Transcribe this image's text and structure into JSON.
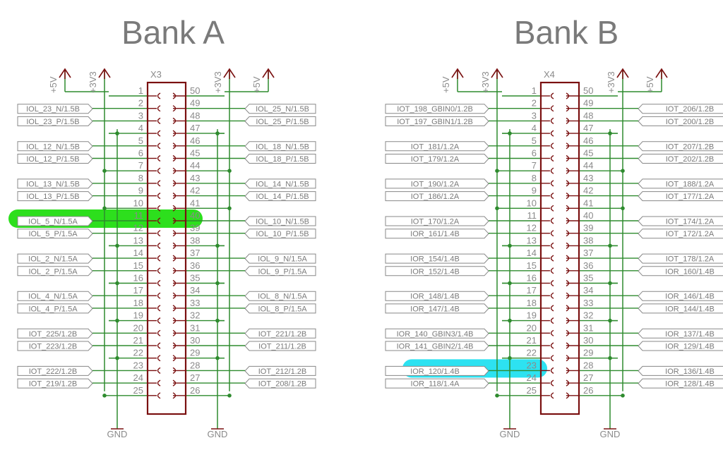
{
  "colors": {
    "wire": "#2e8b2e",
    "body": "#7a1010",
    "label_border": "#888888",
    "text": "#7a7a7a",
    "highlight_green": "#22dd11",
    "highlight_cyan": "#22e0f0"
  },
  "banks": [
    {
      "title": "Bank A",
      "connector": "X3",
      "power_left": [
        "+5V",
        "+3V3"
      ],
      "power_right": [
        "+3V3",
        "+5V"
      ],
      "gnd_left": "GND",
      "gnd_right": "GND",
      "highlight_pin": 11,
      "highlight_color": "green",
      "left": [
        {
          "pin": "1",
          "net": ""
        },
        {
          "pin": "2",
          "net": "IOL_23_N/1.5B"
        },
        {
          "pin": "3",
          "net": "IOL_23_P/1.5B"
        },
        {
          "pin": "4",
          "net": ""
        },
        {
          "pin": "5",
          "net": "IOL_12_N/1.5B"
        },
        {
          "pin": "6",
          "net": "IOL_12_P/1.5B"
        },
        {
          "pin": "7",
          "net": ""
        },
        {
          "pin": "8",
          "net": "IOL_13_N/1.5B"
        },
        {
          "pin": "9",
          "net": "IOL_13_P/1.5B"
        },
        {
          "pin": "10",
          "net": ""
        },
        {
          "pin": "11",
          "net": "IOL_5_N/1.5A"
        },
        {
          "pin": "12",
          "net": "IOL_5_P/1.5A"
        },
        {
          "pin": "13",
          "net": ""
        },
        {
          "pin": "14",
          "net": "IOL_2_N/1.5A"
        },
        {
          "pin": "15",
          "net": "IOL_2_P/1.5A"
        },
        {
          "pin": "16",
          "net": ""
        },
        {
          "pin": "17",
          "net": "IOL_4_N/1.5A"
        },
        {
          "pin": "18",
          "net": "IOL_4_P/1.5A"
        },
        {
          "pin": "19",
          "net": ""
        },
        {
          "pin": "20",
          "net": "IOT_225/1.2B"
        },
        {
          "pin": "21",
          "net": "IOT_223/1.2B"
        },
        {
          "pin": "22",
          "net": ""
        },
        {
          "pin": "23",
          "net": "IOT_222/1.2B"
        },
        {
          "pin": "24",
          "net": "IOT_219/1.2B"
        },
        {
          "pin": "25",
          "net": ""
        }
      ],
      "right": [
        {
          "pin": "50",
          "net": ""
        },
        {
          "pin": "49",
          "net": "IOL_25_N/1.5B"
        },
        {
          "pin": "48",
          "net": "IOL_25_P/1.5B"
        },
        {
          "pin": "47",
          "net": ""
        },
        {
          "pin": "46",
          "net": "IOL_18_N/1.5B"
        },
        {
          "pin": "45",
          "net": "IOL_18_P/1.5B"
        },
        {
          "pin": "44",
          "net": ""
        },
        {
          "pin": "43",
          "net": "IOL_14_N/1.5B"
        },
        {
          "pin": "42",
          "net": "IOL_14_P/1.5B"
        },
        {
          "pin": "41",
          "net": ""
        },
        {
          "pin": "40",
          "net": "IOL_10_N/1.5B"
        },
        {
          "pin": "39",
          "net": "IOL_10_P/1.5B"
        },
        {
          "pin": "38",
          "net": ""
        },
        {
          "pin": "37",
          "net": "IOL_9_N/1.5A"
        },
        {
          "pin": "36",
          "net": "IOL_9_P/1.5A"
        },
        {
          "pin": "35",
          "net": ""
        },
        {
          "pin": "34",
          "net": "IOL_8_N/1.5A"
        },
        {
          "pin": "33",
          "net": "IOL_8_P/1.5A"
        },
        {
          "pin": "32",
          "net": ""
        },
        {
          "pin": "31",
          "net": "IOT_221/1.2B"
        },
        {
          "pin": "30",
          "net": "IOT_211/1.2B"
        },
        {
          "pin": "29",
          "net": ""
        },
        {
          "pin": "28",
          "net": "IOT_212/1.2B"
        },
        {
          "pin": "27",
          "net": "IOT_208/1.2B"
        },
        {
          "pin": "26",
          "net": ""
        }
      ]
    },
    {
      "title": "Bank B",
      "connector": "X4",
      "power_left": [
        "+5V",
        "+3V3"
      ],
      "power_right": [
        "+3V3",
        "+5V"
      ],
      "gnd_left": "GND",
      "gnd_right": "GND",
      "highlight_pin": 23,
      "highlight_color": "cyan",
      "left": [
        {
          "pin": "1",
          "net": ""
        },
        {
          "pin": "2",
          "net": "IOT_198_GBIN0/1.2B"
        },
        {
          "pin": "3",
          "net": "IOT_197_GBIN1/1.2B"
        },
        {
          "pin": "4",
          "net": ""
        },
        {
          "pin": "5",
          "net": "IOT_181/1.2A"
        },
        {
          "pin": "6",
          "net": "IOT_179/1.2A"
        },
        {
          "pin": "7",
          "net": ""
        },
        {
          "pin": "8",
          "net": "IOT_190/1.2A"
        },
        {
          "pin": "9",
          "net": "IOT_186/1.2A"
        },
        {
          "pin": "10",
          "net": ""
        },
        {
          "pin": "11",
          "net": "IOT_170/1.2A"
        },
        {
          "pin": "12",
          "net": "IOR_161/1.4B"
        },
        {
          "pin": "13",
          "net": ""
        },
        {
          "pin": "14",
          "net": "IOR_154/1.4B"
        },
        {
          "pin": "15",
          "net": "IOR_152/1.4B"
        },
        {
          "pin": "16",
          "net": ""
        },
        {
          "pin": "17",
          "net": "IOR_148/1.4B"
        },
        {
          "pin": "18",
          "net": "IOR_147/1.4B"
        },
        {
          "pin": "19",
          "net": ""
        },
        {
          "pin": "20",
          "net": "IOR_140_GBIN3/1.4B"
        },
        {
          "pin": "21",
          "net": "IOR_141_GBIN2/1.4B"
        },
        {
          "pin": "22",
          "net": ""
        },
        {
          "pin": "23",
          "net": "IOR_120/1.4B"
        },
        {
          "pin": "24",
          "net": "IOR_118/1.4A"
        },
        {
          "pin": "25",
          "net": ""
        }
      ],
      "right": [
        {
          "pin": "50",
          "net": ""
        },
        {
          "pin": "49",
          "net": "IOT_206/1.2B"
        },
        {
          "pin": "48",
          "net": "IOT_200/1.2B"
        },
        {
          "pin": "47",
          "net": ""
        },
        {
          "pin": "46",
          "net": "IOT_207/1.2B"
        },
        {
          "pin": "45",
          "net": "IOT_202/1.2B"
        },
        {
          "pin": "44",
          "net": ""
        },
        {
          "pin": "43",
          "net": "IOT_188/1.2A"
        },
        {
          "pin": "42",
          "net": "IOT_177/1.2A"
        },
        {
          "pin": "41",
          "net": ""
        },
        {
          "pin": "40",
          "net": "IOT_174/1.2A"
        },
        {
          "pin": "39",
          "net": "IOT_172/1.2A"
        },
        {
          "pin": "38",
          "net": ""
        },
        {
          "pin": "37",
          "net": "IOT_178/1.2A"
        },
        {
          "pin": "36",
          "net": "IOR_160/1.4B"
        },
        {
          "pin": "35",
          "net": ""
        },
        {
          "pin": "34",
          "net": "IOR_146/1.4B"
        },
        {
          "pin": "33",
          "net": "IOR_144/1.4B"
        },
        {
          "pin": "32",
          "net": ""
        },
        {
          "pin": "31",
          "net": "IOR_137/1.4B"
        },
        {
          "pin": "30",
          "net": "IOR_129/1.4B"
        },
        {
          "pin": "29",
          "net": ""
        },
        {
          "pin": "28",
          "net": "IOR_136/1.4B"
        },
        {
          "pin": "27",
          "net": "IOR_128/1.4B"
        },
        {
          "pin": "26",
          "net": ""
        }
      ]
    }
  ]
}
